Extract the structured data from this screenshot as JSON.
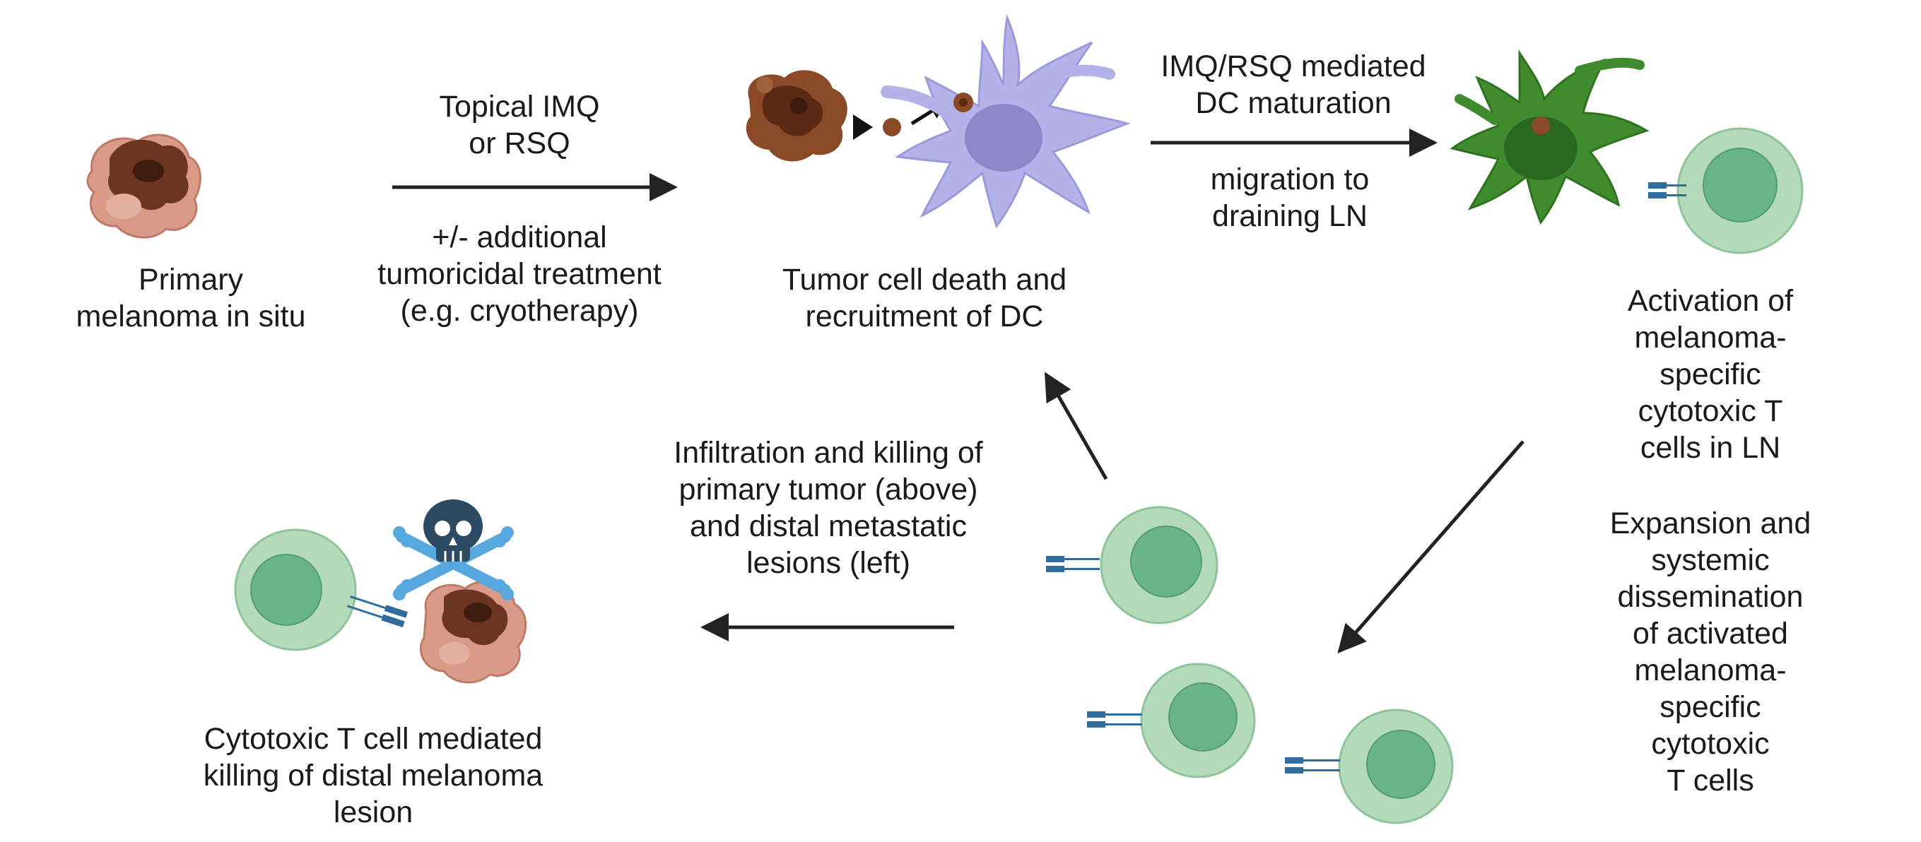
{
  "labels": {
    "primary_melanoma": "Primary\nmelanoma in situ",
    "treatment_top": "Topical IMQ\nor RSQ",
    "treatment_bottom": "+/- additional\ntumoricidal treatment\n(e.g. cryotherapy)",
    "tumor_death": "Tumor cell death and\nrecruitment of DC",
    "maturation": "IMQ/RSQ mediated\nDC maturation",
    "migration": "migration to\ndraining LN",
    "activation": "Activation of\nmelanoma-specific\ncytotoxic T cells in LN",
    "expansion": "Expansion and systemic\ndissemination of activated\nmelanoma-specific cytotoxic\nT cells",
    "infiltration": "Infiltration and killing of\nprimary tumor (above)\nand distal metastatic\nlesions (left)",
    "killing": "Cytotoxic T cell mediated\nkilling of distal melanoma\nlesion"
  },
  "colors": {
    "arrow": "#222222",
    "dc_purple": "#b4b2e8",
    "dc_nucleus": "#8c87c8",
    "dc_green": "#3f8b2e",
    "dc_green_nucleus": "#2a6820",
    "tcell_outer": "#b3dab9",
    "tcell_inner": "#6ab585",
    "tumor_dark": "#6b3520",
    "tumor_light": "#d99a88",
    "receptor": "#2e6d9e",
    "skull": "#2d4a63",
    "bones": "#57a8de"
  }
}
